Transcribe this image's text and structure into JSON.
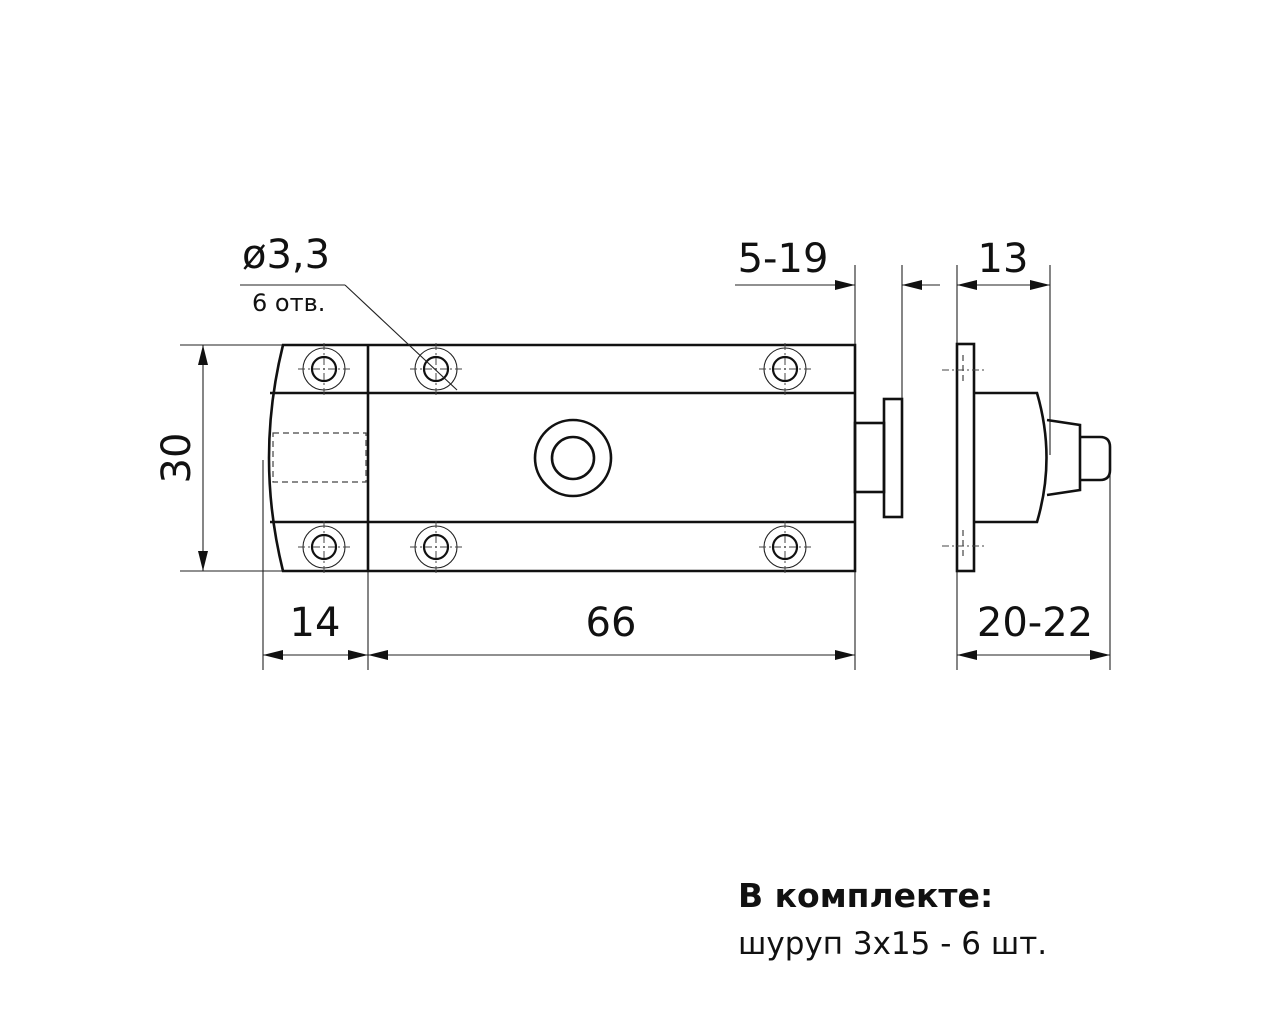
{
  "dimensions": {
    "hole_diameter": "ø3,3",
    "hole_count": "6 отв.",
    "height": "30",
    "plate_width": "14",
    "body_length": "66",
    "bolt_travel": "5-19",
    "strike_width": "13",
    "strike_depth": "20-22"
  },
  "kit": {
    "title": "В комплекте:",
    "contents": "шуруп 3х15 - 6 шт."
  }
}
